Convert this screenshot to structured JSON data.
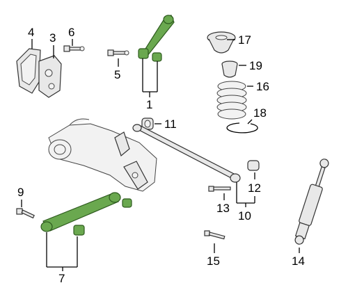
{
  "callouts": {
    "c1": "1",
    "c3": "3",
    "c4": "4",
    "c5": "5",
    "c6": "6",
    "c7": "7",
    "c9": "9",
    "c10": "10",
    "c11": "11",
    "c12": "12",
    "c13": "13",
    "c14": "14",
    "c15": "15",
    "c16": "16",
    "c17": "17",
    "c18": "18",
    "c19": "19"
  },
  "colors": {
    "highlight": "#6aa84f",
    "line": "#000000",
    "part_fill": "#e8e8e8"
  }
}
